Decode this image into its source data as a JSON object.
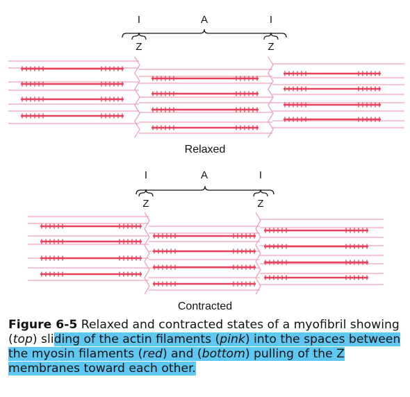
{
  "diagram": {
    "top": {
      "label_left_I": "I",
      "label_A": "A",
      "label_right_I": "I",
      "label_left_Z": "Z",
      "label_right_Z": "Z",
      "state_label": "Relaxed"
    },
    "bottom": {
      "label_left_I": "I",
      "label_A": "A",
      "label_right_I": "I",
      "label_left_Z": "Z",
      "label_right_Z": "Z",
      "state_label": "Contracted"
    },
    "colors": {
      "myosin": "#e8405a",
      "actin": "#f2a0b4",
      "text": "#111111",
      "highlight": "#5ec8f2"
    }
  },
  "caption": {
    "figure_number": "Figure 6-5",
    "t1": " Relaxed and contracted states of a myofibril showing (",
    "t2": "top",
    "t3": ") sli",
    "t4": "ding of the actin filaments (",
    "t5": "pink",
    "t6": ") into the spaces between the myosin filaments (",
    "t7": "red",
    "t8": ") and (",
    "t9": "bottom",
    "t10": ") pulling of the Z membranes toward each other."
  }
}
